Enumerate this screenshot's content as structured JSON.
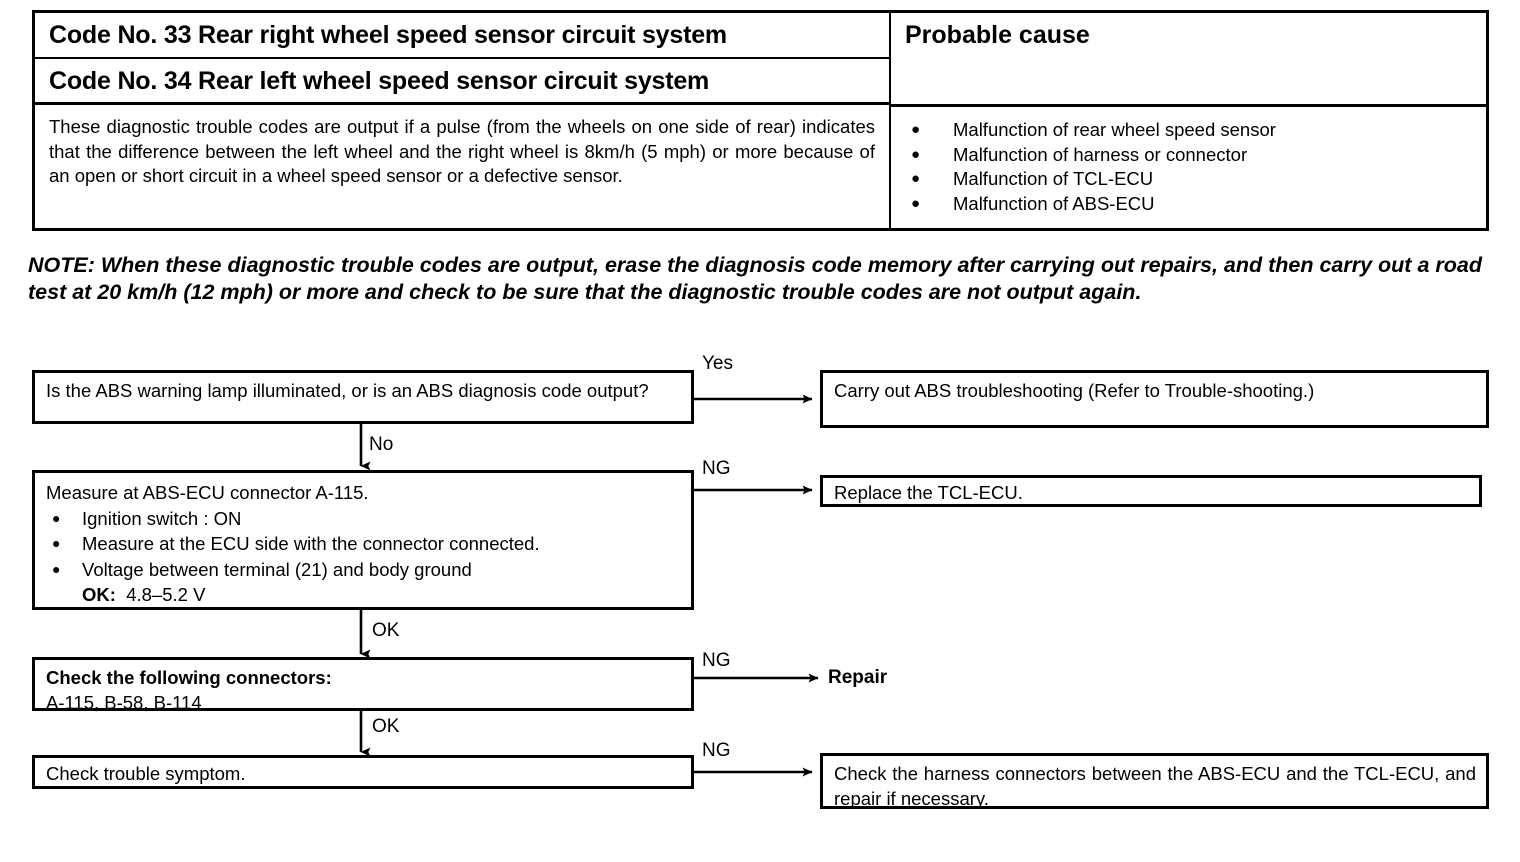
{
  "table": {
    "code_rows": [
      "Code No. 33 Rear right wheel speed sensor circuit system",
      "Code No. 34 Rear left wheel speed sensor circuit system"
    ],
    "description": "These diagnostic trouble codes are output if a pulse (from the wheels on one side of rear) indicates that the difference between the left wheel and the right wheel is 8km/h (5 mph) or more because of an open or short circuit in a wheel speed sensor or a defective sensor.",
    "cause_header": "Probable cause",
    "causes": [
      "Malfunction of rear wheel speed sensor",
      "Malfunction of harness or connector",
      "Malfunction of TCL-ECU",
      "Malfunction of ABS-ECU"
    ],
    "bullet_glyph": "●"
  },
  "note": "NOTE: When these diagnostic trouble codes are output, erase the diagnosis code memory after carrying out repairs, and then carry out a road test at 20 km/h (12 mph) or more and check to be sure that the diagnostic trouble codes are not output again.",
  "flow": {
    "step1": {
      "text": "Is the ABS warning lamp illuminated, or is an ABS diagnosis code output?",
      "branch_label": "Yes",
      "down_label": "No",
      "result": "Carry out ABS troubleshooting (Refer to  Trouble-shooting.)"
    },
    "step2": {
      "title": "Measure at ABS-ECU connector A-115.",
      "items": [
        "Ignition switch : ON",
        "Measure at the ECU side with the connector connected.",
        "Voltage between terminal (21) and body ground"
      ],
      "ok_label": "OK:",
      "ok_value": "4.8–5.2 V",
      "branch_label": "NG",
      "down_label": "OK",
      "result": "Replace the TCL-ECU."
    },
    "step3": {
      "title": "Check the following connectors:",
      "connectors": "A-115, B-58, B-114",
      "branch_label": "NG",
      "down_label": "OK",
      "result": "Repair"
    },
    "step4": {
      "text": "Check trouble symptom.",
      "branch_label": "NG",
      "result": "Check the harness connectors between the ABS-ECU and the TCL-ECU, and repair if necessary."
    },
    "bullet_glyph": "●"
  }
}
